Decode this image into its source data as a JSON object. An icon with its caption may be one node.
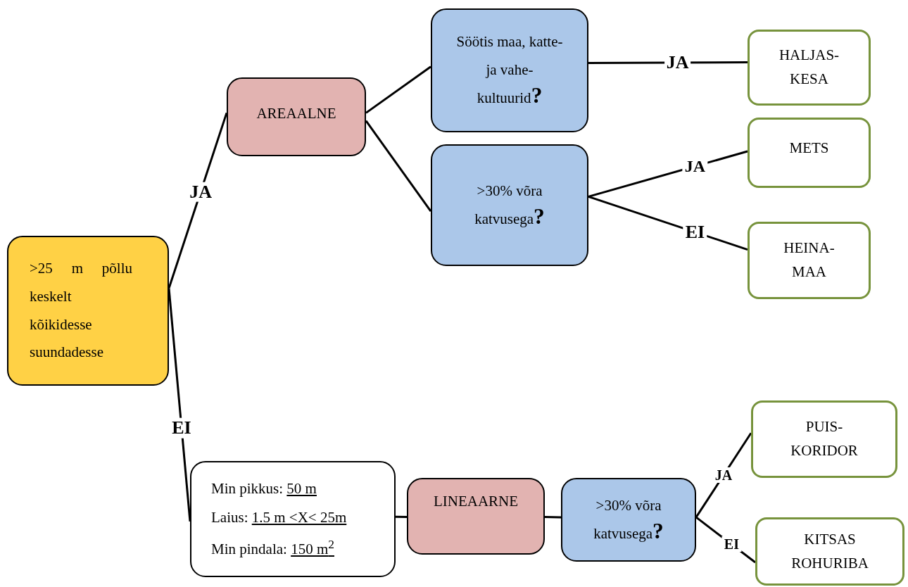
{
  "diagram": {
    "nodes": [
      {
        "text": [
          ">25 m põllu keskelt kõikidesse suundadesse"
        ]
      },
      {
        "text": [
          "AREAALNE"
        ]
      },
      {
        "text": [
          "Söötis maa, katte- ja vahe- kultuurid**?**"
        ]
      },
      {
        "text": [
          ">30% võra katvusega**?**"
        ]
      },
      {
        "text": [
          "HALJAS- KESA"
        ]
      },
      {
        "text": [
          "METS"
        ]
      },
      {
        "text": [
          "HEINA- MAA"
        ]
      },
      {
        "text": [
          "Min pikkus:",
          "50 m",
          "Laius:",
          "1.5 m <X< 25m",
          "Min pindala:",
          "150 m$^{2}$"
        ]
      },
      {
        "text": [
          "LINEAARNE"
        ]
      },
      {
        "text": [
          ">30% võra katvusega**?**"
        ]
      },
      {
        "text": [
          "PUIS- KORIDOR"
        ]
      },
      {
        "text": [
          "KITSAS ROHURIBA"
        ]
      }
    ],
    "edges": [
      {
        "from": 0,
        "to": 1,
        "arrow": "none",
        "label": "JA"
      },
      {
        "from": 0,
        "to": 7,
        "arrow": "none",
        "label": "EI"
      },
      {
        "from": 1,
        "to": 2,
        "arrow": "none"
      },
      {
        "from": 1,
        "to": 3,
        "arrow": "none"
      },
      {
        "from": 2,
        "to": 4,
        "arrow": "none",
        "label": "JA"
      },
      {
        "from": 3,
        "to": 5,
        "arrow": "none",
        "label": "JA"
      },
      {
        "from": 3,
        "to": 6,
        "arrow": "none",
        "label": "EI"
      },
      {
        "from": 7,
        "to": 8,
        "arrow": "none"
      },
      {
        "from": 8,
        "to": 9,
        "arrow": "none"
      },
      {
        "from": 9,
        "to": 10,
        "arrow": "none",
        "label": "JA"
      },
      {
        "from": 9,
        "to": 11,
        "arrow": "none",
        "label": "EI"
      }
    ]
  }
}
